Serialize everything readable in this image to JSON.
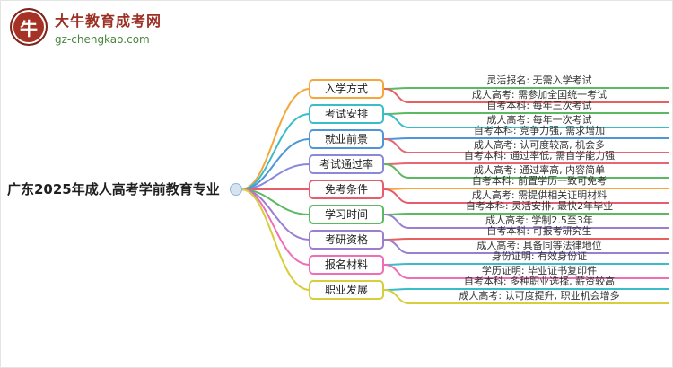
{
  "logo": {
    "brand": "大牛教育成考网",
    "domain": "gz-chengkao.com",
    "seal_glyph": "牛",
    "brand_color": "#9c2f23",
    "domain_color": "#49863c",
    "seal_color": "#a63125"
  },
  "mindmap": {
    "root": {
      "label": "广东2025年成人高考学前教育专业"
    },
    "root_dot_fill": "#d6e4f2",
    "branches": [
      {
        "topic": "入学方式",
        "color": "#f5a73b",
        "leaves": [
          {
            "text": "灵活报名: 无需入学考试",
            "color": "#5cb961"
          },
          {
            "text": "成人高考: 需参加全国统一考试",
            "color": "#e66060"
          }
        ]
      },
      {
        "topic": "考试安排",
        "color": "#3bbcc9",
        "leaves": [
          {
            "text": "自考本科: 每年三次考试",
            "color": "#5cb961"
          },
          {
            "text": "成人高考: 每年一次考试",
            "color": "#3bbcc9"
          }
        ]
      },
      {
        "topic": "就业前景",
        "color": "#4f96d8",
        "leaves": [
          {
            "text": "自考本科: 竞争力强, 需求增加",
            "color": "#4f96d8"
          },
          {
            "text": "成人高考: 认可度较高, 机会多",
            "color": "#e66673"
          }
        ]
      },
      {
        "topic": "考试通过率",
        "color": "#8b87dd",
        "leaves": [
          {
            "text": "自考本科: 通过率低, 需自学能力强",
            "color": "#e66673"
          },
          {
            "text": "成人高考: 通过率高, 内容简单",
            "color": "#5cb961"
          }
        ]
      },
      {
        "topic": "免考条件",
        "color": "#e85d6d",
        "leaves": [
          {
            "text": "自考本科: 前置学历一致可免考",
            "color": "#f5a73b"
          },
          {
            "text": "成人高考: 需提供相关证明材料",
            "color": "#e85d6d"
          }
        ]
      },
      {
        "topic": "学习时间",
        "color": "#5cb961",
        "leaves": [
          {
            "text": "自考本科: 灵活安排, 最快2年毕业",
            "color": "#5cb961"
          },
          {
            "text": "成人高考: 学制2.5至3年",
            "color": "#9a7fd1"
          }
        ]
      },
      {
        "topic": "考研资格",
        "color": "#9a7fd1",
        "leaves": [
          {
            "text": "自考本科: 可报考研究生",
            "color": "#e66060"
          },
          {
            "text": "成人高考: 具备同等法律地位",
            "color": "#9a7fd1"
          }
        ]
      },
      {
        "topic": "报名材料",
        "color": "#f06eb5",
        "leaves": [
          {
            "text": "身份证明: 有效身份证",
            "color": "#3bbcc9"
          },
          {
            "text": "学历证明: 毕业证书复印件",
            "color": "#f06eb5"
          }
        ]
      },
      {
        "topic": "职业发展",
        "color": "#d6ce3c",
        "leaves": [
          {
            "text": "自考本科: 多种职业选择, 薪资较高",
            "color": "#3bbcc9"
          },
          {
            "text": "成人高考: 认可度提升, 职业机会增多",
            "color": "#d6ce3c"
          }
        ]
      }
    ]
  }
}
